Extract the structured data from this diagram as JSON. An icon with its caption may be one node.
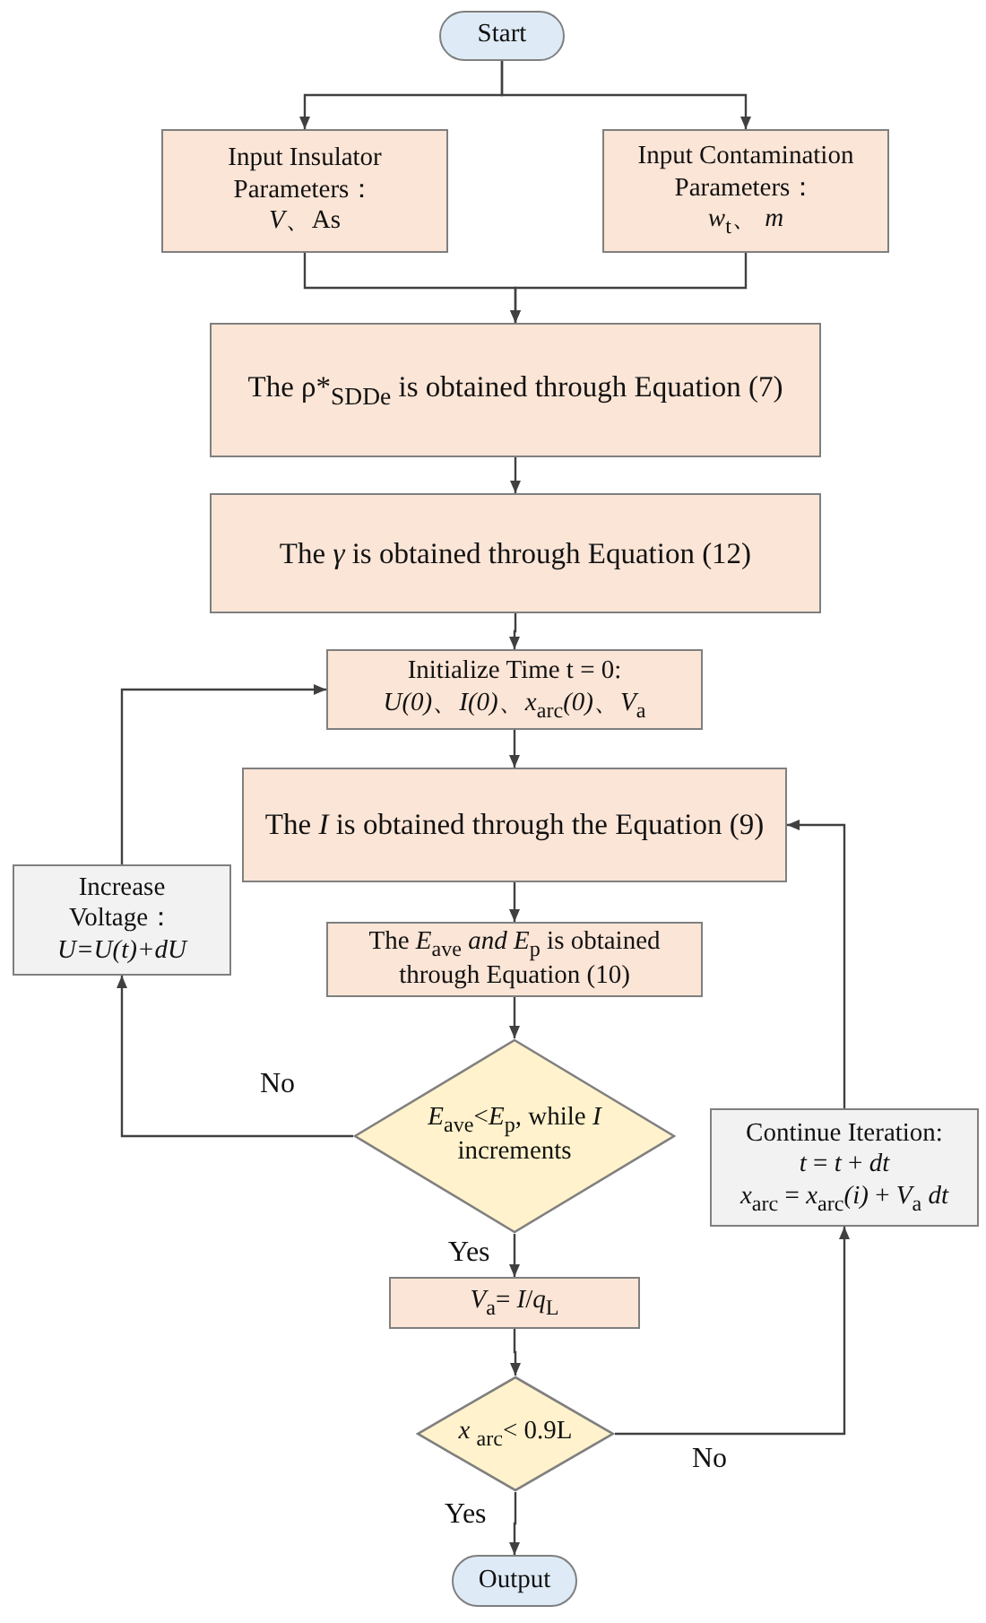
{
  "diagram": {
    "nodes": [
      {
        "text": [
          "Start"
        ]
      },
      {
        "text": [
          "Input Insulator Parameters：",
          "*V*、As"
        ]
      },
      {
        "text": [
          "Input Contamination Parameters：",
          "*w*$_{t}$、 *m*"
        ]
      },
      {
        "text": [
          "The ρ*$_{SDDe}$ is obtained through Equation (7)"
        ]
      },
      {
        "text": [
          "The *γ* is obtained through Equation (12)"
        ]
      },
      {
        "text": [
          "Initialize Time t = 0:",
          "*U(0)*、*I(0)*、*x*$_{arc}$*(0)*、*V*$_{a}$"
        ]
      },
      {
        "text": [
          "The *I* is obtained through the Equation (9)"
        ]
      },
      {
        "text": [
          "The *E*$_{ave}$ *and E*$_{p}$ is obtained through Equation (10)"
        ]
      },
      {
        "text": [
          "*E*$_{ave}$<*E*$_{p}$, while *I* increments"
        ]
      },
      {
        "text": [
          "Increase Voltage：",
          "*U=U(t)+dU*"
        ]
      },
      {
        "text": [
          "*V*$_{a}$= *I*/*q*$_{L}$"
        ]
      },
      {
        "text": [
          "*x* $_{arc}$< 0.9L"
        ]
      },
      {
        "text": [
          "Continue Iteration:",
          "*t* = *t* + *dt*",
          "*x*$_{arc}$ = *x*$_{arc}$*(i)* + *V*$_{a}$ *dt*"
        ]
      },
      {
        "text": [
          "Output"
        ]
      }
    ],
    "edges": [
      {
        "from": 0,
        "to": 1,
        "arrow": "to"
      },
      {
        "from": 0,
        "to": 2,
        "arrow": "to"
      },
      {
        "from": 1,
        "to": 3,
        "arrow": "to"
      },
      {
        "from": 2,
        "to": 3,
        "arrow": "to"
      },
      {
        "from": 3,
        "to": 4,
        "arrow": "to"
      },
      {
        "from": 4,
        "to": 5,
        "arrow": "to"
      },
      {
        "from": 5,
        "to": 6,
        "arrow": "to"
      },
      {
        "from": 6,
        "to": 7,
        "arrow": "to"
      },
      {
        "from": 7,
        "to": 8,
        "arrow": "to"
      },
      {
        "from": 8,
        "to": 9,
        "arrow": "to",
        "label": "No"
      },
      {
        "from": 9,
        "to": 5,
        "arrow": "to"
      },
      {
        "from": 8,
        "to": 10,
        "arrow": "to",
        "label": "Yes"
      },
      {
        "from": 10,
        "to": 11,
        "arrow": "to"
      },
      {
        "from": 11,
        "to": 12,
        "arrow": "to",
        "label": "No"
      },
      {
        "from": 12,
        "to": 6,
        "arrow": "to"
      },
      {
        "from": 11,
        "to": 13,
        "arrow": "to",
        "label": "Yes"
      }
    ]
  }
}
